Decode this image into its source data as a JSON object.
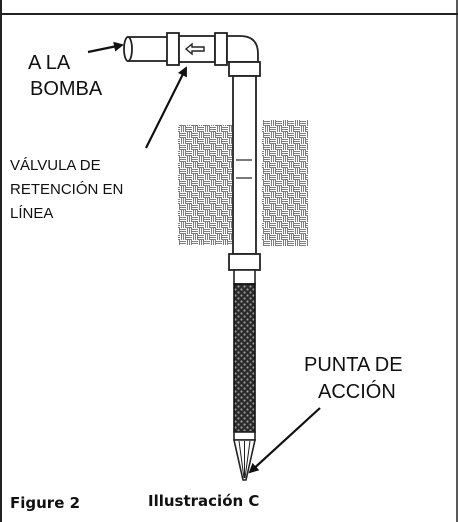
{
  "labels": {
    "to_pump": [
      "A LA",
      "BOMBA"
    ],
    "check_valve": [
      "VÁLVULA DE",
      "RETENCIÓN EN",
      "LÍNEA"
    ],
    "drive_point": [
      "PUNTA DE",
      "ACCIÓN"
    ]
  },
  "caption": {
    "figure": "Figure 2",
    "illustration": "Illustración C"
  },
  "colors": {
    "ink": "#111111",
    "border": "#333333",
    "ground_pattern": "#7a7a7a"
  }
}
